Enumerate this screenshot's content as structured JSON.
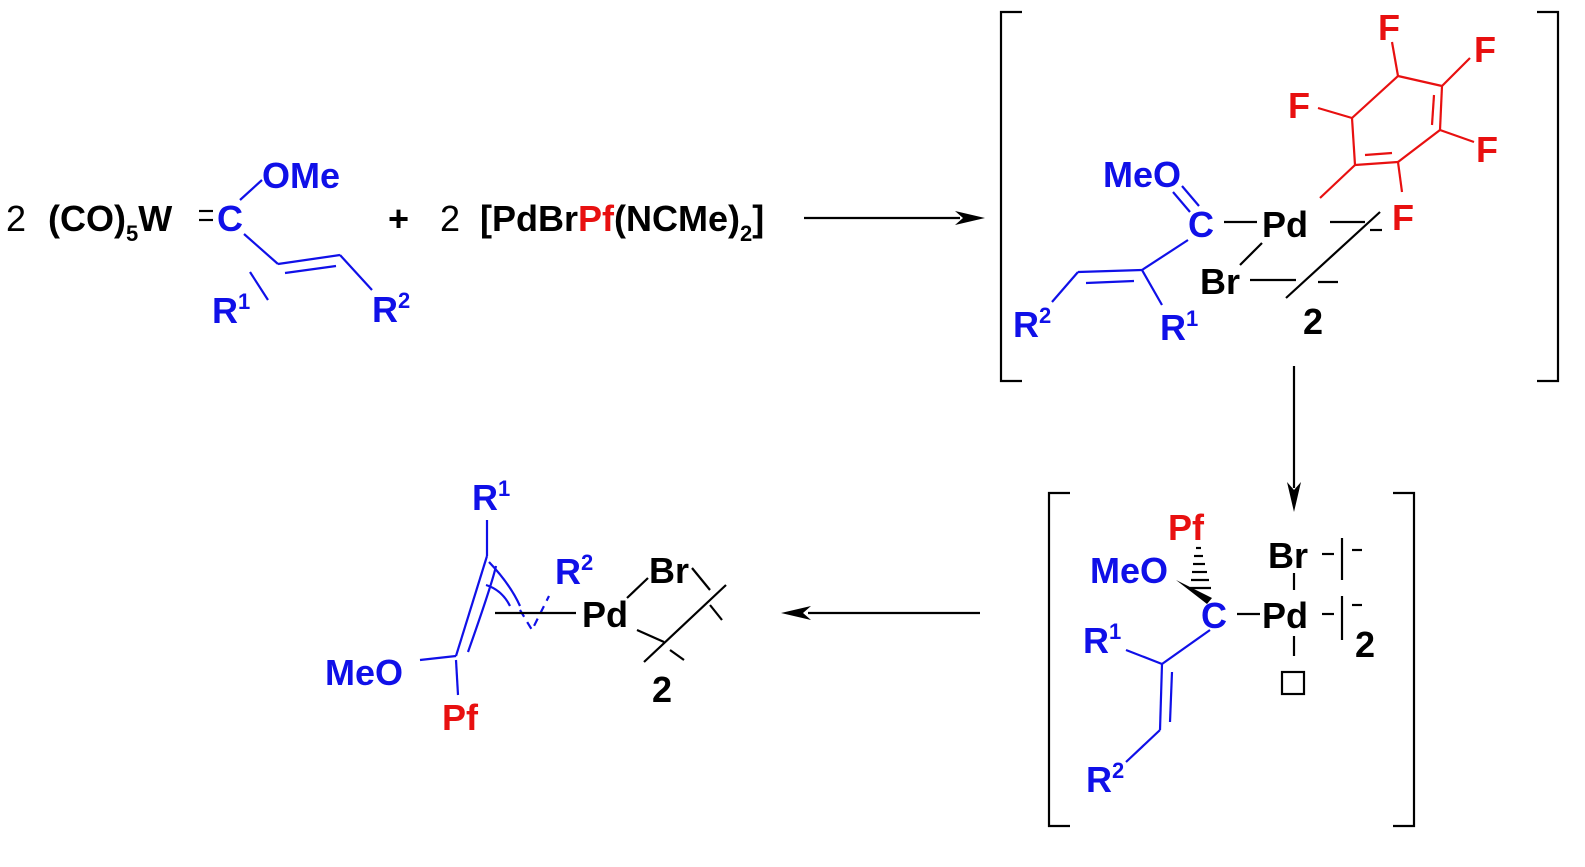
{
  "colors": {
    "black": "#000000",
    "blue": "#1010e8",
    "red": "#e81010"
  },
  "reactant1": {
    "coef": "2",
    "metal_fragment": "(CO)",
    "sub5": "5",
    "metal": "W",
    "carbene_c": "C",
    "ome": "OMe",
    "r1": "R",
    "r1_sup": "1",
    "r2": "R",
    "r2_sup": "2"
  },
  "plus": "+",
  "reactant2": {
    "coef": "2",
    "open": "[PdBr",
    "pf": "Pf",
    "ligand": "(NCMe)",
    "sub2": "2",
    "close": "]"
  },
  "int1": {
    "meo": "MeO",
    "c": "C",
    "pd": "Pd",
    "br": "Br",
    "f_labels": [
      "F",
      "F",
      "F",
      "F",
      "F"
    ],
    "r1": "R",
    "r1_sup": "1",
    "r2": "R",
    "r2_sup": "2",
    "dimer": "2"
  },
  "int2": {
    "pf": "Pf",
    "meo": "MeO",
    "c": "C",
    "pd": "Pd",
    "br": "Br",
    "r1": "R",
    "r1_sup": "1",
    "r2": "R",
    "r2_sup": "2",
    "dimer": "2"
  },
  "product": {
    "r1": "R",
    "r1_sup": "1",
    "r2": "R",
    "r2_sup": "2",
    "br": "Br",
    "pd": "Pd",
    "meo": "MeO",
    "pf": "Pf",
    "dimer": "2"
  }
}
